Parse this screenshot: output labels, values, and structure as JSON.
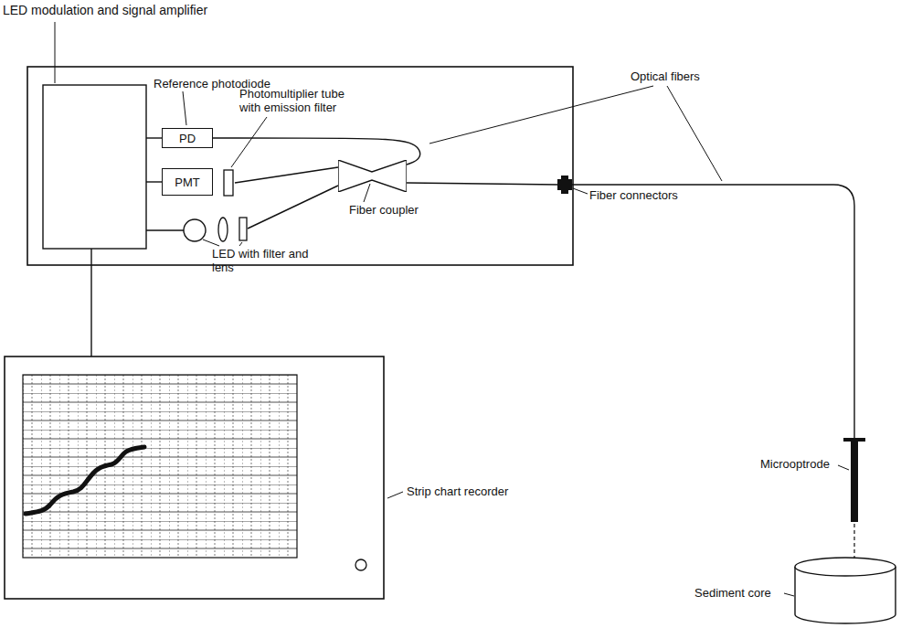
{
  "diagram": {
    "nodes": [
      {
        "text": [
          "PD"
        ]
      },
      {
        "text": [
          "PMT"
        ]
      },
      {
        "text": [
          "Fiber coupler"
        ]
      }
    ],
    "edges": [
      {
        "from": 0,
        "to": 2,
        "arrow": "none"
      }
    ],
    "labels": [
      "LED modulation and signal amplifier",
      "Reference photodiode",
      "Photomultiplier tube with emission filter",
      "LED with filter and lens",
      "Optical fibers",
      "Fiber connectors",
      "Microoptrode",
      "Strip chart recorder",
      "Sediment core"
    ]
  }
}
